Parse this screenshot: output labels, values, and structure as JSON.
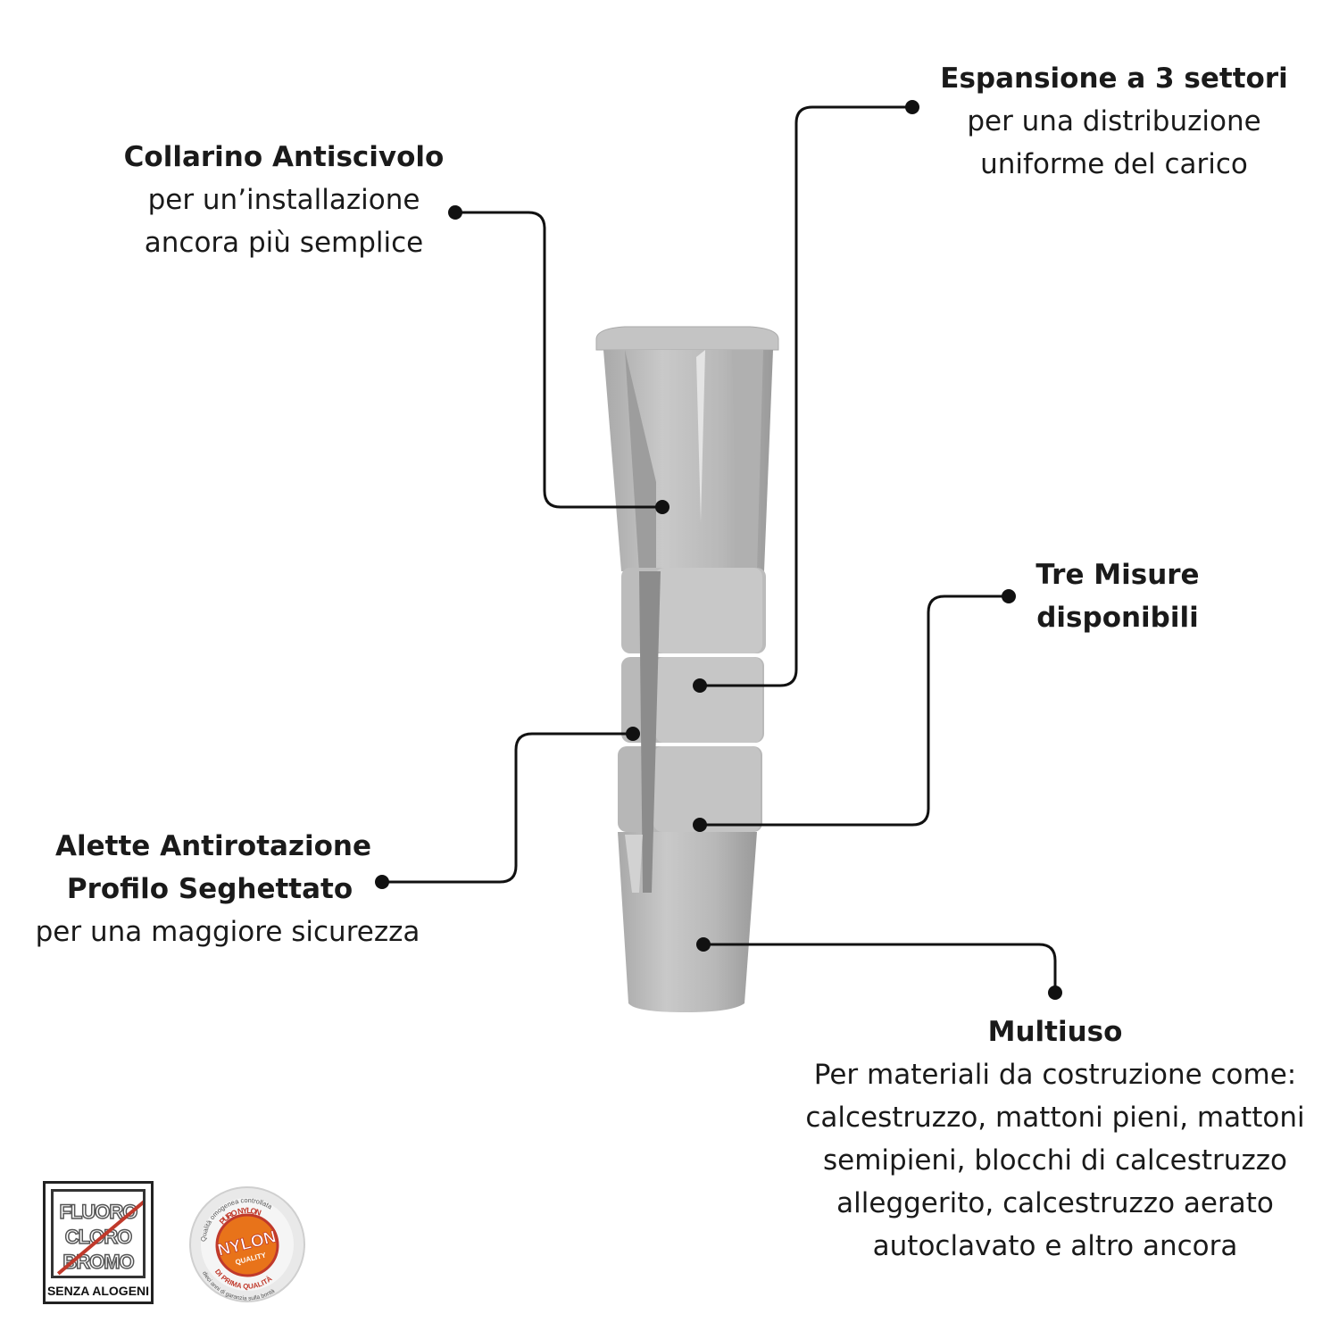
{
  "callouts": {
    "collar": {
      "title": "Collarino Antiscivolo",
      "lines": [
        "per un’installazione",
        "ancora più semplice"
      ]
    },
    "expansion": {
      "title": "Espansione a 3 settori",
      "lines": [
        "per una distribuzione",
        "uniforme del carico"
      ]
    },
    "sizes": {
      "title_lines": [
        "Tre Misure",
        "disponibili"
      ]
    },
    "wings": {
      "title_lines": [
        "Alette Antirotazione",
        "Profilo Seghettato"
      ],
      "lines": [
        "per una maggiore sicurezza"
      ]
    },
    "multiuse": {
      "title": "Multiuso",
      "lines": [
        "Per materiali da costruzione come:",
        "calcestruzzo, mattoni pieni, mattoni",
        "semipieni, blocchi di calcestruzzo",
        "alleggerito, calcestruzzo aerato",
        "autoclavato e altro ancora"
      ]
    }
  },
  "badges": {
    "halogen": {
      "words": [
        "FLUORO",
        "CLORO",
        "BROMO"
      ],
      "caption": "SENZA ALOGENI"
    },
    "nylon": {
      "top_text": "Qualità omogenea controllata",
      "ring_text": "PURO NYLON",
      "center": "NYLON",
      "quality": "QUALITY",
      "bottom_text": "DI PRIMA QUALITÀ",
      "footer_text": "dieci anni di garanzia sulla bontà"
    }
  },
  "colors": {
    "text": "#1a1a1a",
    "leader": "#111111",
    "plug_light": "#bdbdbd",
    "plug_dark": "#8f8f8f",
    "strike": "#c0392b",
    "nylon_orange": "#e8731a",
    "nylon_red": "#c0392b"
  }
}
